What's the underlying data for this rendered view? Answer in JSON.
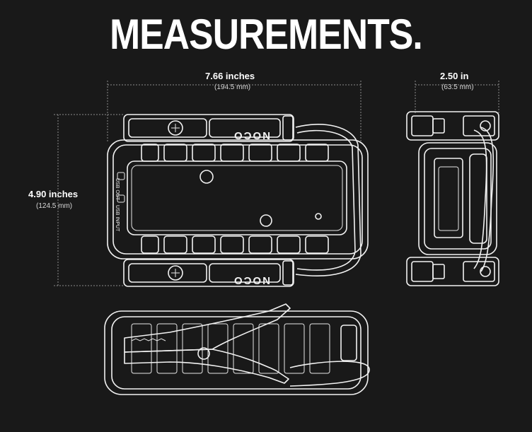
{
  "title": "MEASUREMENTS.",
  "dimensions": {
    "width": {
      "primary": "7.66 inches",
      "secondary": "(194.5 mm)"
    },
    "depth": {
      "primary": "2.50 in",
      "secondary": "(63.5 mm)"
    },
    "height": {
      "primary": "4.90 inches",
      "secondary": "(124.5 mm)"
    }
  },
  "device_labels": {
    "brand": "NOCO",
    "port_out": "USB OUT",
    "port_in": "USB INPUT"
  },
  "colors": {
    "background": "#191919",
    "line": "#f2f2f2",
    "guide": "#8a8a8a"
  }
}
